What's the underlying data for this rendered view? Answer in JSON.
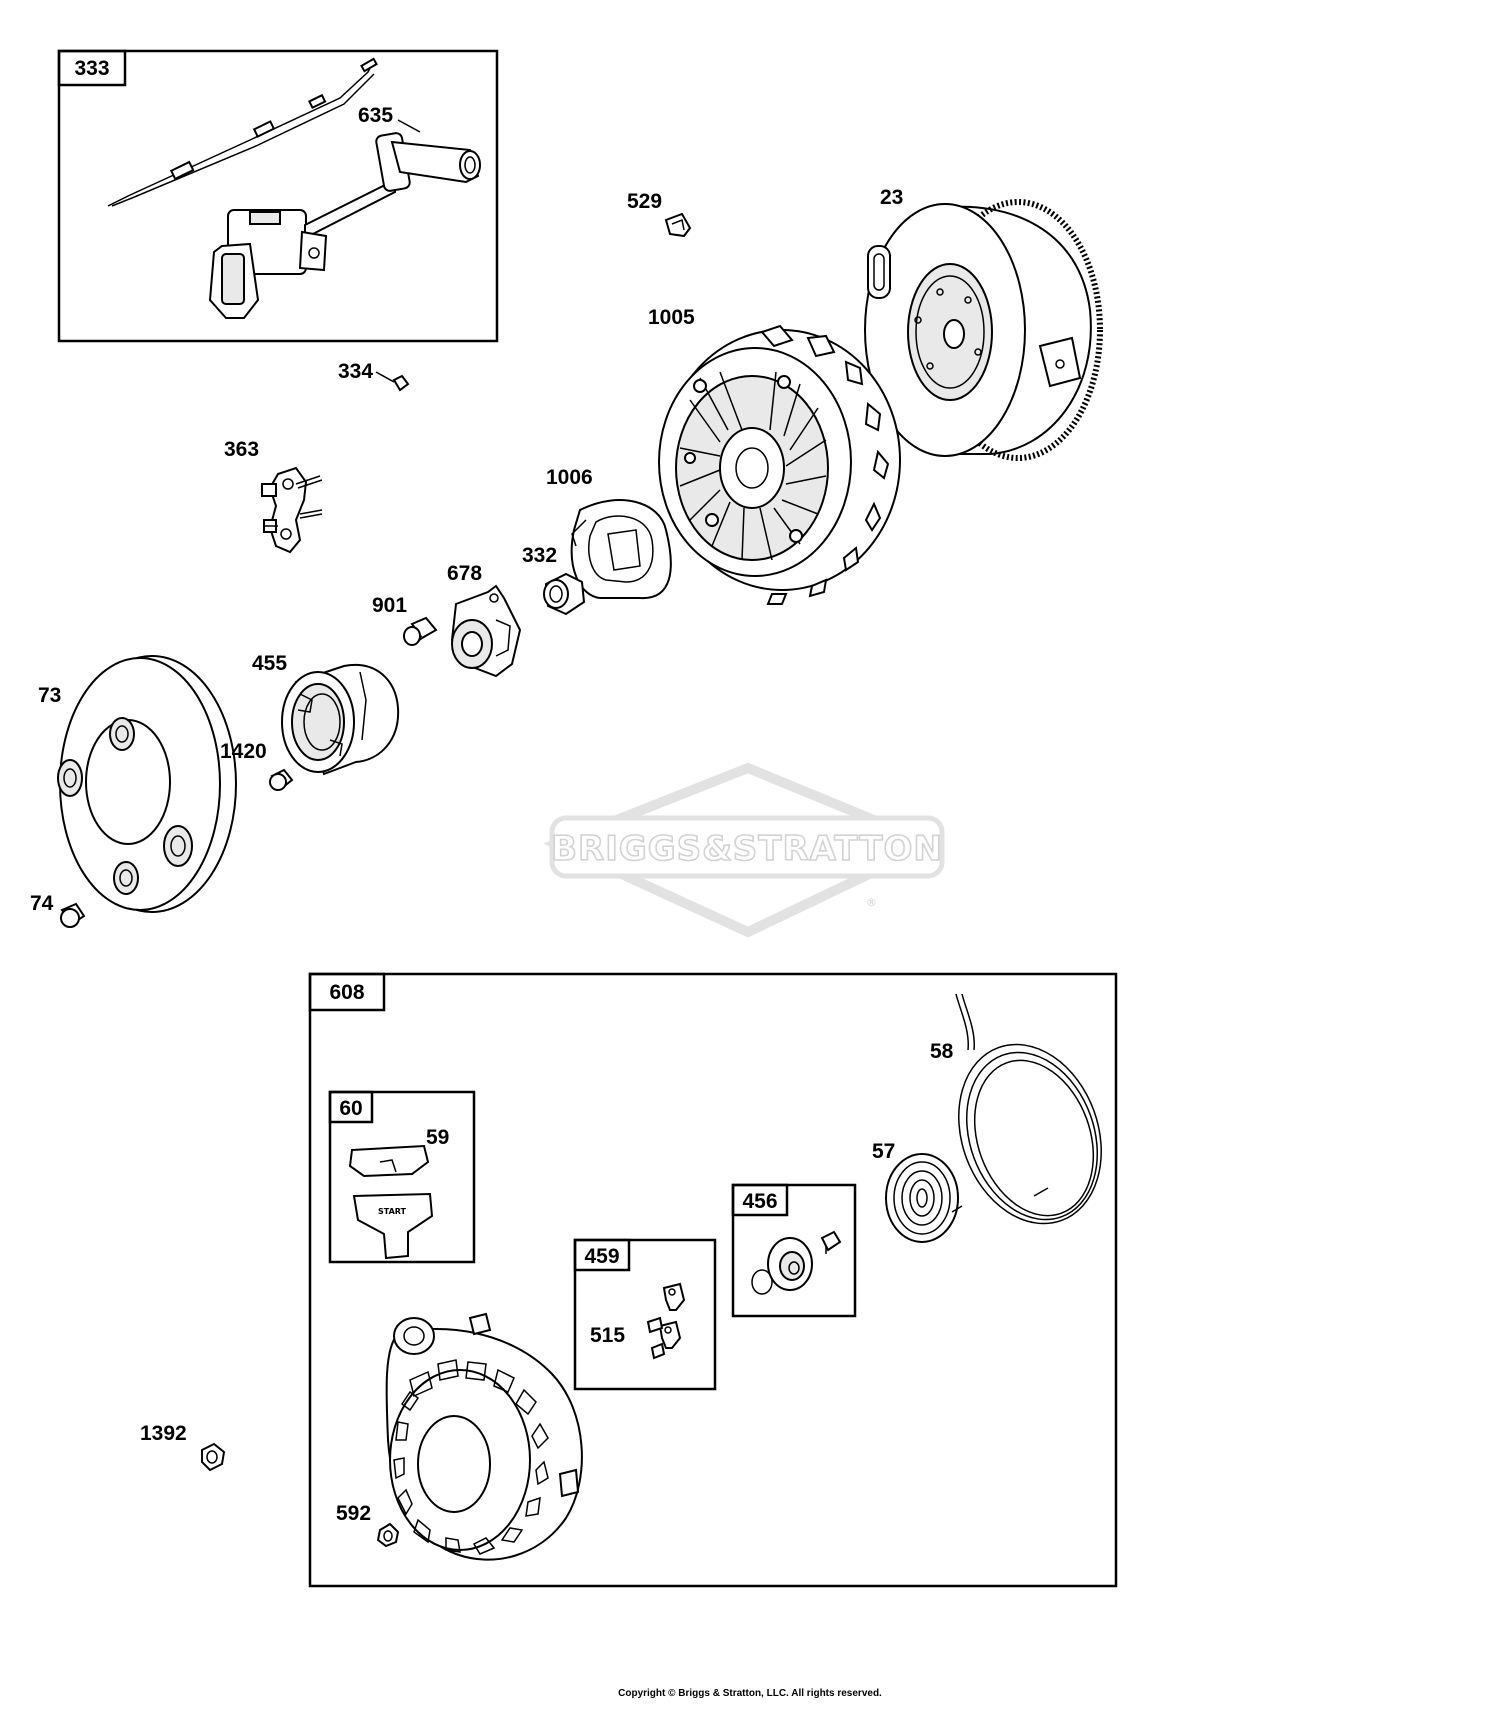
{
  "watermark": {
    "brand": "BRIGGS&STRATTON",
    "registered": "®"
  },
  "copyright": "Copyright © Briggs & Stratton, LLC. All rights reserved.",
  "boxes": {
    "b333": "333",
    "b608": "608",
    "b60": "60",
    "b456": "456",
    "b459": "459"
  },
  "callouts": {
    "p635": "635",
    "p529": "529",
    "p23": "23",
    "p1005": "1005",
    "p334": "334",
    "p363": "363",
    "p1006": "1006",
    "p332": "332",
    "p678": "678",
    "p901": "901",
    "p455": "455",
    "p73": "73",
    "p1420": "1420",
    "p74": "74",
    "p58": "58",
    "p59": "59",
    "p57": "57",
    "p515": "515",
    "p1392": "1392",
    "p592": "592"
  },
  "handle_text": "START"
}
